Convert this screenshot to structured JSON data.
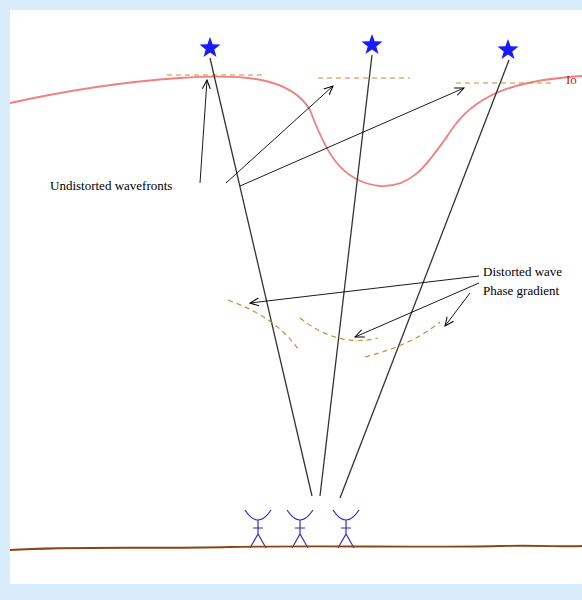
{
  "diagram": {
    "labels": [
      "Undistorted wavefronts",
      "Io",
      "Distorted wave",
      "Phase gradient"
    ]
  }
}
